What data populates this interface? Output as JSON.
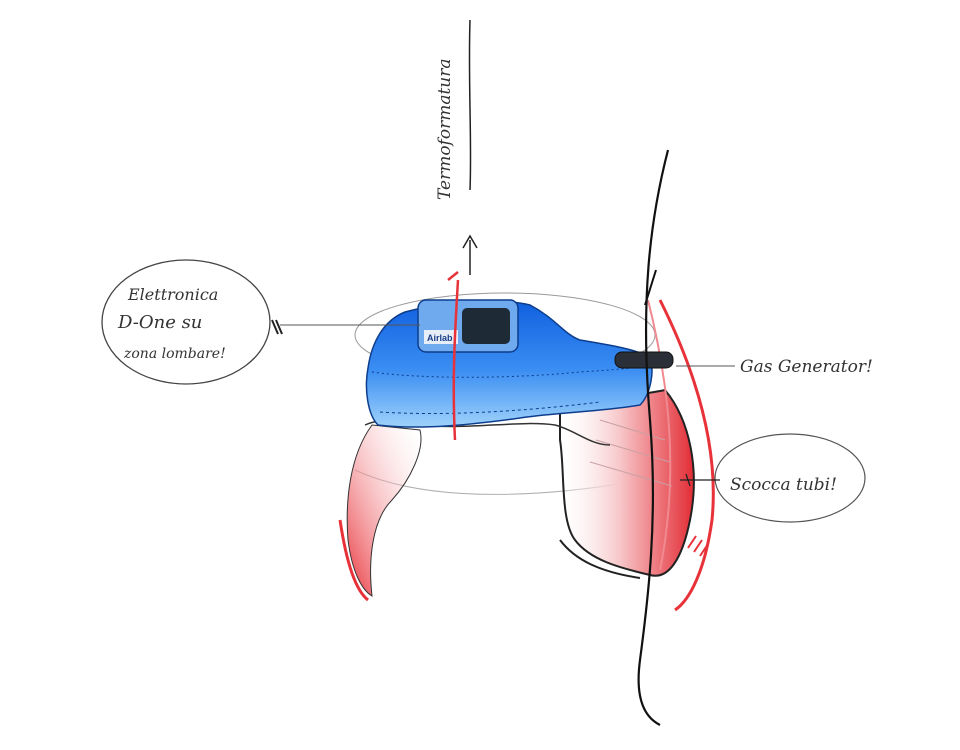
{
  "annotations": {
    "top_label": "Termoformatura",
    "left_note_line1": "Elettronica",
    "left_note_line2": "D-One su",
    "left_note_line3": "zona lombare!",
    "right_label": "Gas Generator!",
    "lower_right_note": "Scocca tubi!"
  },
  "device": {
    "brand": "Airlab"
  },
  "colors": {
    "shell_blue": "#1f6fe0",
    "shell_blue_light": "#7fc0f7",
    "airbag_red": "#e8323a",
    "ink": "#1a1a1a"
  }
}
